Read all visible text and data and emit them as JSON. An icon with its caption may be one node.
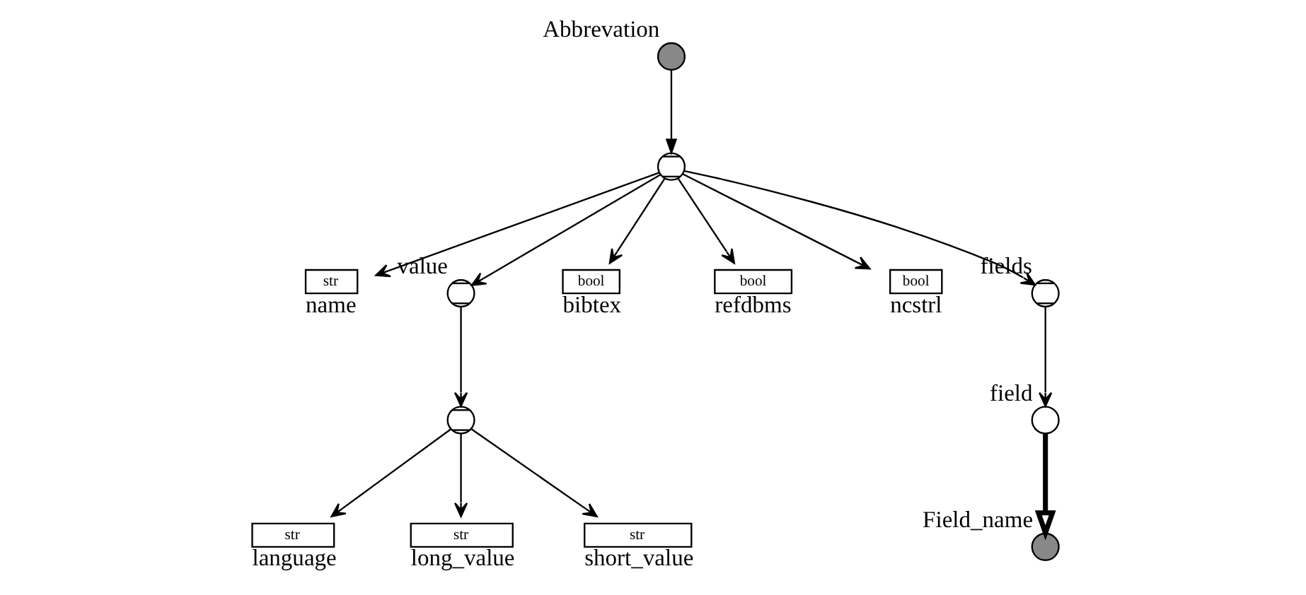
{
  "diagram": {
    "nodes": [
      {
        "text": [
          "Abbrevation"
        ]
      },
      {
        "text": [],
        "shape": "circle"
      },
      {
        "text": [
          "str",
          "name"
        ]
      },
      {
        "text": [
          "value"
        ]
      },
      {
        "text": [
          "bool",
          "bibtex"
        ]
      },
      {
        "text": [
          "bool",
          "refdbms"
        ]
      },
      {
        "text": [
          "bool",
          "ncstrl"
        ]
      },
      {
        "text": [
          "fields"
        ]
      },
      {
        "text": [
          "Field_name"
        ]
      },
      {
        "text": [],
        "shape": "circle"
      },
      {
        "text": [
          "field"
        ]
      },
      {
        "text": [
          "str",
          "language"
        ]
      },
      {
        "text": [
          "str",
          "long_value"
        ]
      },
      {
        "text": [
          "str",
          "short_value"
        ]
      }
    ],
    "edges": [
      {
        "from": 0,
        "to": 1,
        "arrow": "to"
      },
      {
        "from": 1,
        "to": 2,
        "arrow": "to"
      },
      {
        "from": 1,
        "to": 3,
        "arrow": "to"
      },
      {
        "from": 1,
        "to": 4,
        "arrow": "to"
      },
      {
        "from": 1,
        "to": 5,
        "arrow": "to"
      },
      {
        "from": 1,
        "to": 6,
        "arrow": "to"
      },
      {
        "from": 1,
        "to": 7,
        "arrow": "to"
      },
      {
        "from": 3,
        "to": 9,
        "arrow": "to"
      },
      {
        "from": 9,
        "to": 11,
        "arrow": "to"
      },
      {
        "from": 9,
        "to": 12,
        "arrow": "to"
      },
      {
        "from": 9,
        "to": 13,
        "arrow": "to"
      },
      {
        "from": 7,
        "to": 10,
        "arrow": "to"
      },
      {
        "from": 10,
        "to": 8,
        "arrow": "to",
        "style": "thick"
      }
    ]
  }
}
